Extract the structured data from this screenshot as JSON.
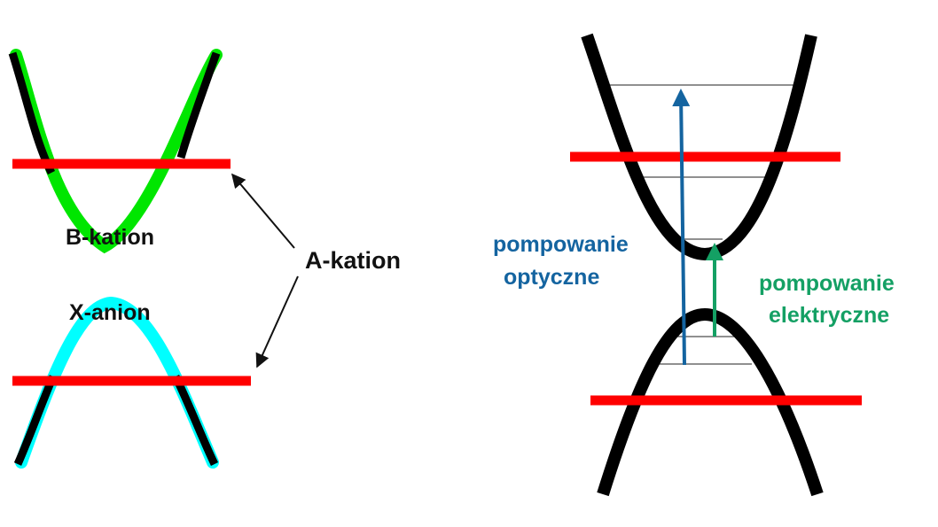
{
  "labels": {
    "b_cation": "B-kation",
    "x_anion": "X-anion",
    "a_cation": "A-kation",
    "optical_line1": "pompowanie",
    "optical_line2": "optyczne",
    "electrical_line1": "pompowanie",
    "electrical_line2": "elektryczne"
  },
  "colors": {
    "band_curve": "#000000",
    "level_line": "#ff0000",
    "b_cation_band": "#00e600",
    "x_anion_band": "#00ffff",
    "optical": "#1464a0",
    "electrical": "#14a064",
    "text_main": "#111111",
    "thin_level": "#222222"
  }
}
